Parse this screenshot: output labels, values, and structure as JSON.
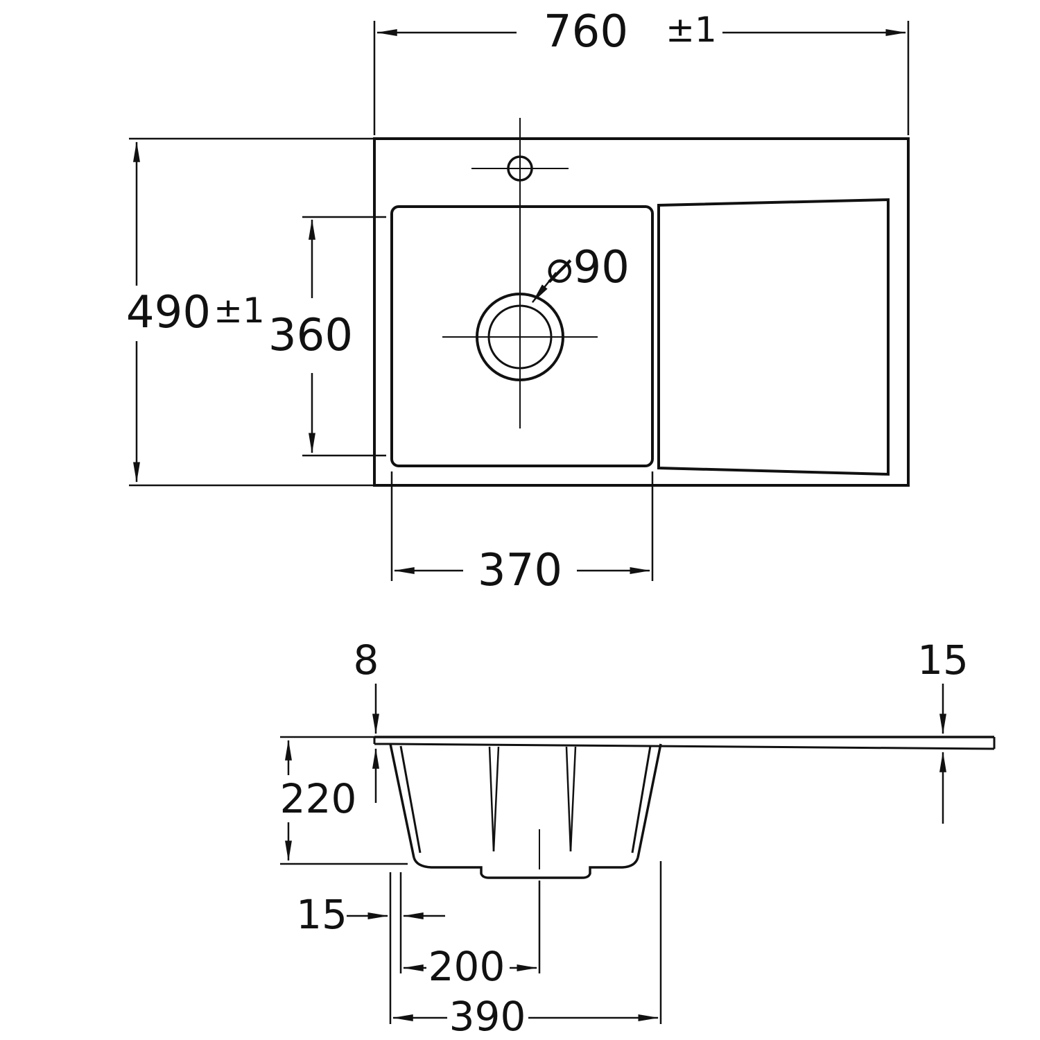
{
  "page": {
    "background": "#ffffff",
    "line_color": "#111111",
    "description": "Technical dimension drawing of a kitchen sink with single bowl and drainboard: top view and front section view"
  },
  "drawing": {
    "top_view": {
      "overall_width": {
        "value": "760",
        "tolerance": "±1"
      },
      "overall_depth": {
        "value": "490",
        "tolerance": "±1"
      },
      "bowl_inner_depth": "360",
      "bowl_inner_width": "370",
      "drain_diameter": "⌀90"
    },
    "section_view": {
      "rim_thickness": "8",
      "right_edge_thickness": "15",
      "bowl_depth": "220",
      "wall_thickness": "15",
      "drain_center_offset": "200",
      "bowl_outer_width": "390"
    }
  }
}
